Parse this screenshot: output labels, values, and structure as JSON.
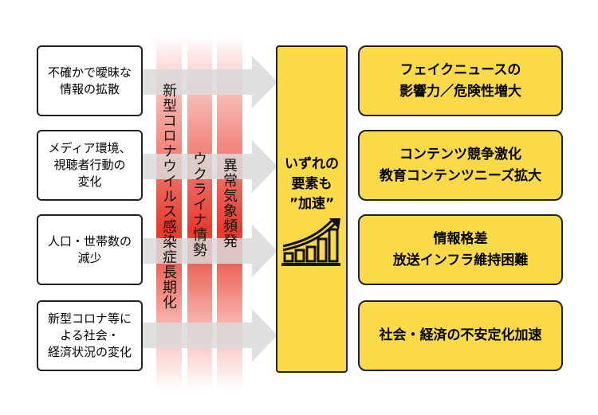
{
  "factors": [
    "不確かで曖昧な\n情報の拡散",
    "メディア環境、\n視聴者行動の\n変化",
    "人口・世帯数の\n減少",
    "新型コロナ等に\nよる社会・\n経済状況の変化"
  ],
  "bands": [
    "新型コロナウイルス感染症長期化",
    "ウクライナ情勢",
    "異常気象頻発"
  ],
  "center": {
    "text": "いずれの\n要素も\n”加速”",
    "icon": "growth-chart-icon"
  },
  "outcomes": [
    "フェイクニュースの\n影響力／危険性増大",
    "コンテンツ競争激化\n教育コンテンツニーズ拡大",
    "情報格差\n放送インフラ維持困難",
    "社会・経済の不安定化加速"
  ],
  "colors": {
    "yellow": "#fada47",
    "red": "#e8392c",
    "arrow": "#d9d9d9"
  }
}
